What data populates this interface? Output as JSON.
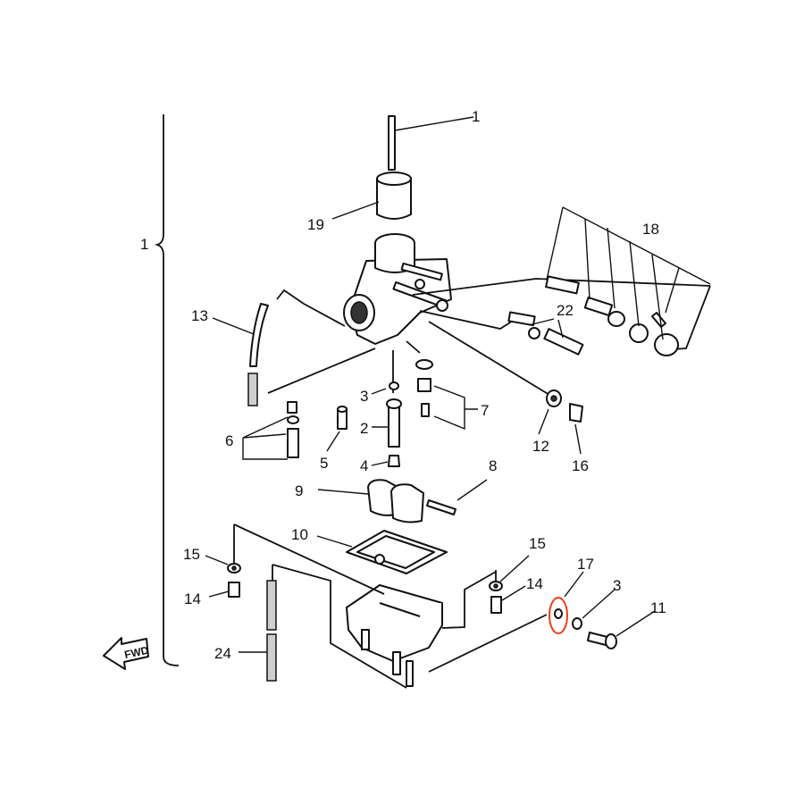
{
  "callouts": {
    "c1_top": "1",
    "c1_assembly": "1",
    "c19": "19",
    "c18": "18",
    "c22": "22",
    "c13": "13",
    "c3_upper": "3",
    "c2": "2",
    "c7": "7",
    "c6": "6",
    "c5": "5",
    "c4": "4",
    "c12": "12",
    "c16": "16",
    "c8": "8",
    "c9": "9",
    "c10": "10",
    "c15_left": "15",
    "c15_right": "15",
    "c14_left": "14",
    "c14_right": "14",
    "c17": "17",
    "c3_lower": "3",
    "c11": "11",
    "c24": "24"
  },
  "fwd_label": "FWD",
  "highlight_color": "#e8401c"
}
